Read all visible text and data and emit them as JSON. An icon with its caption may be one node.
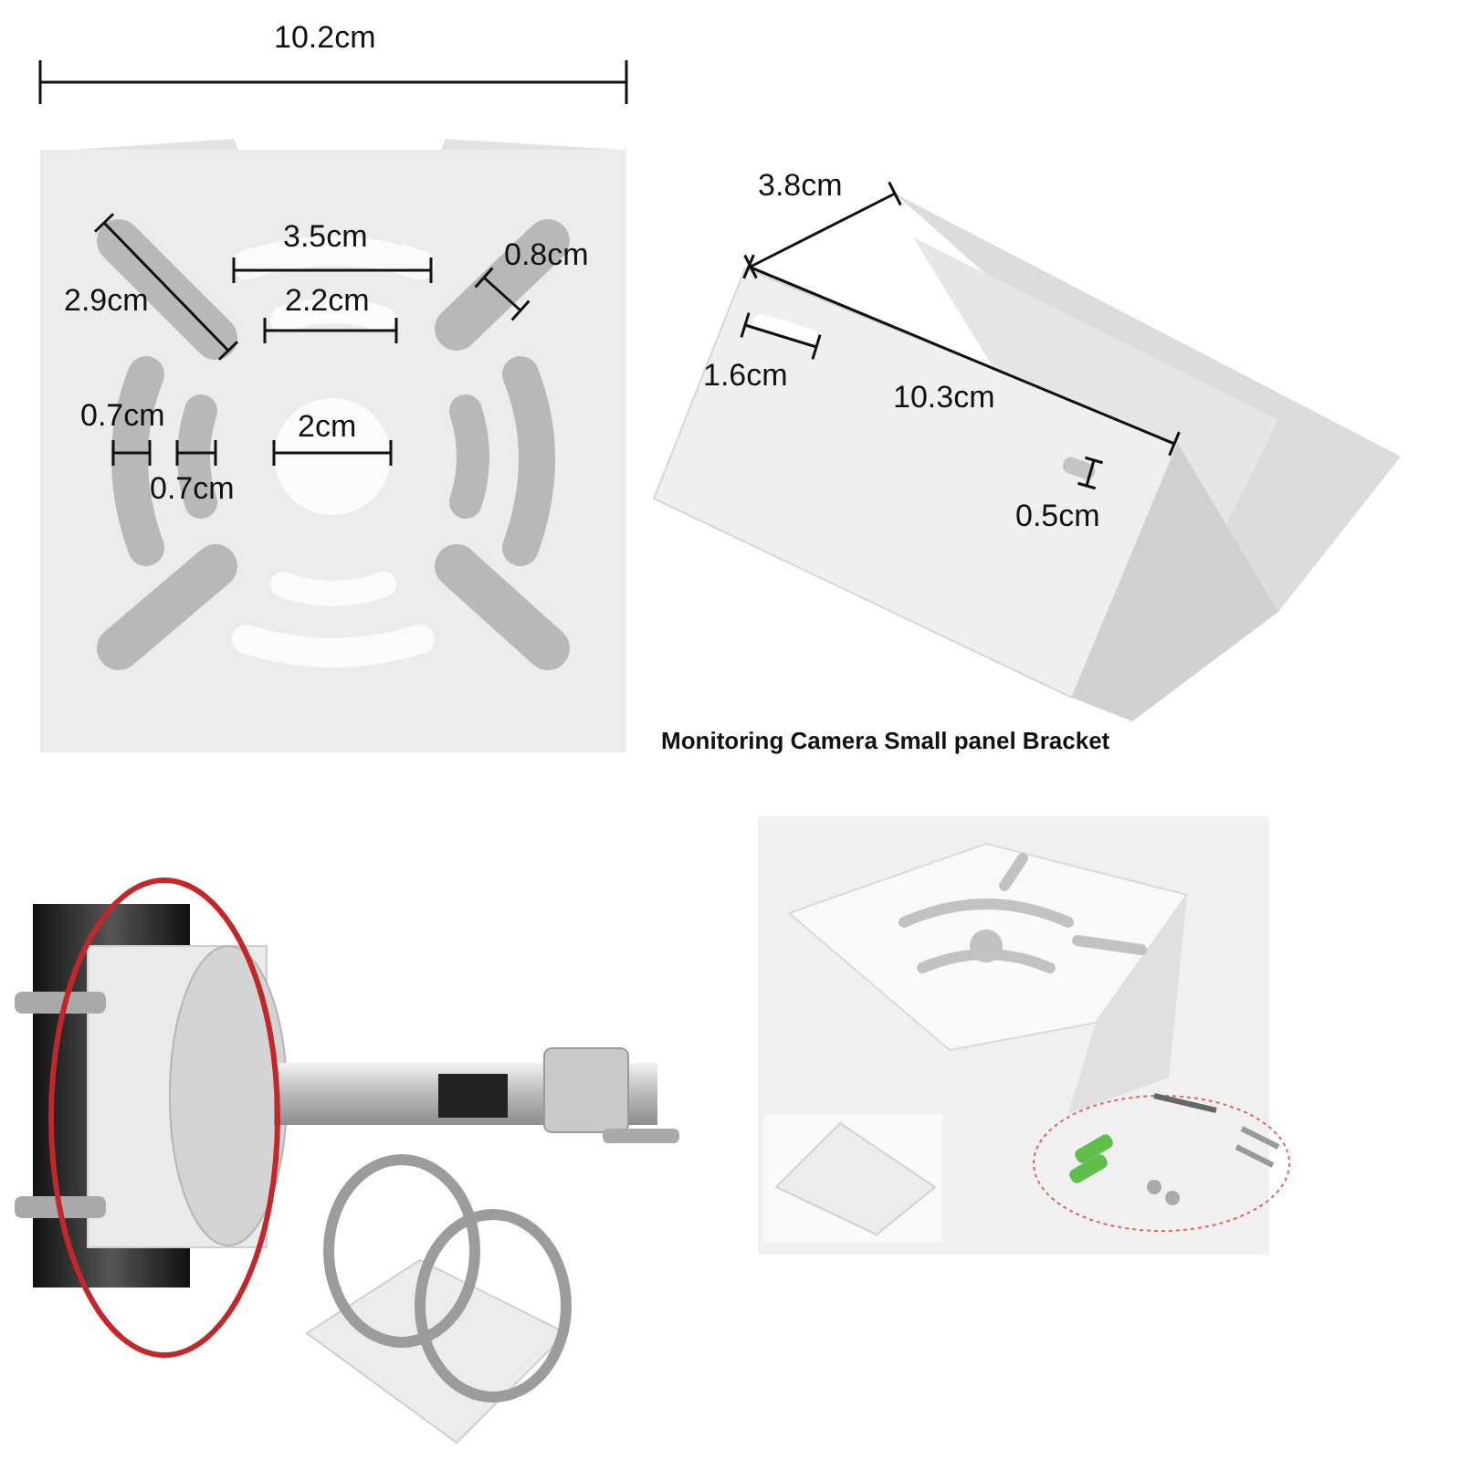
{
  "diagram": {
    "caption": "Monitoring Camera Small panel Bracket",
    "labels": [
      "10.2cm",
      "3.5cm",
      "0.8cm",
      "2.2cm",
      "2.9cm",
      "0.7cm",
      "2cm",
      "0.7cm",
      "3.8cm",
      "1.6cm",
      "10.3cm",
      "0.5cm"
    ]
  }
}
